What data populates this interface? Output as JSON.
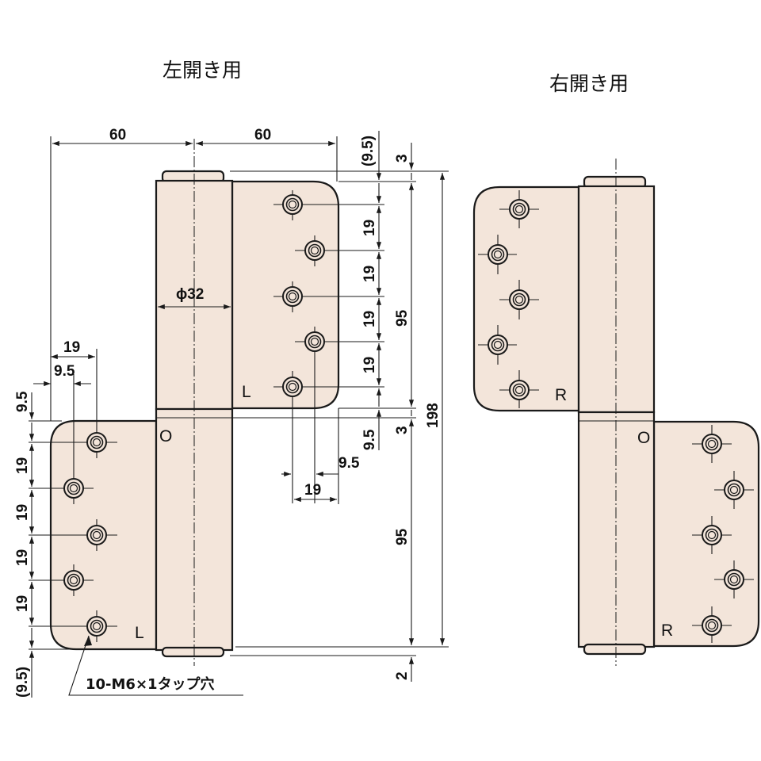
{
  "titles": {
    "left_hinge": "左開き用",
    "right_hinge": "右開き用"
  },
  "dimensions": {
    "width_60_a": "60",
    "width_60_b": "60",
    "pitch_19": "19",
    "offset_9_5": "9.5",
    "offset_9_5_paren": "(9.5)",
    "gap_3": "3",
    "gap_2": "2",
    "leaf_95": "95",
    "total_198": "198",
    "diameter": "ϕ32"
  },
  "marks": {
    "L": "L",
    "R": "R",
    "O": "O"
  },
  "callout": {
    "tap_holes": "10-M6×1タップ穴"
  },
  "colors": {
    "leaf_fill": "#f3e5da",
    "line": "#1a1a1a"
  }
}
